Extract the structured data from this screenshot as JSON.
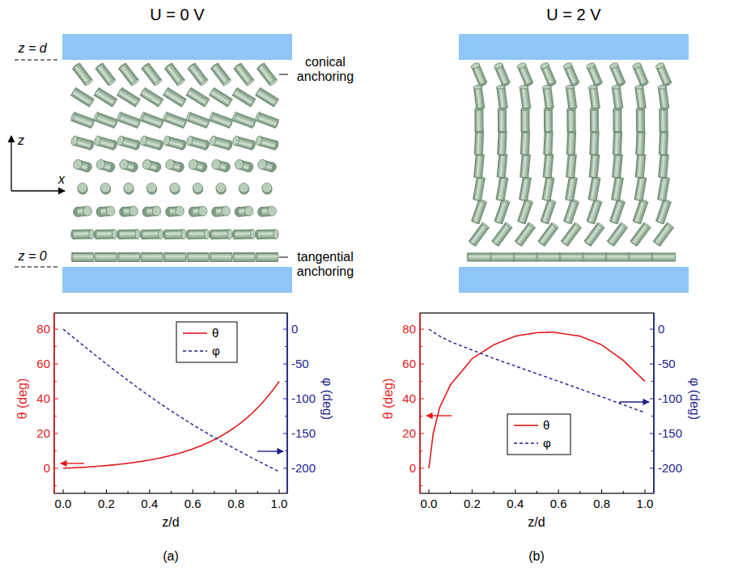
{
  "diagram": {
    "labels": [
      "U = 0 V",
      "U = 2 V",
      "z = d",
      "conical anchoring",
      "z",
      "x",
      "z = 0",
      "tangential anchoring",
      "0",
      "20",
      "40",
      "60",
      "80",
      "0",
      "-50",
      "-100",
      "-150",
      "-200",
      "0.0",
      "0.2",
      "0.4",
      "0.6",
      "0.8",
      "1.0",
      "θ (deg)",
      "φ (deg)",
      "z/d",
      "(a)",
      "0",
      "20",
      "40",
      "60",
      "80",
      "0",
      "-50",
      "-100",
      "-150",
      "-200",
      "0.0",
      "0.2",
      "0.4",
      "0.6",
      "0.8",
      "1.0",
      "θ (deg)",
      "φ (deg)",
      "z/d",
      "(b)"
    ],
    "legend": [
      {
        "text": "θ"
      },
      {
        "text": "φ"
      },
      {
        "text": "θ"
      },
      {
        "text": "φ"
      }
    ]
  }
}
